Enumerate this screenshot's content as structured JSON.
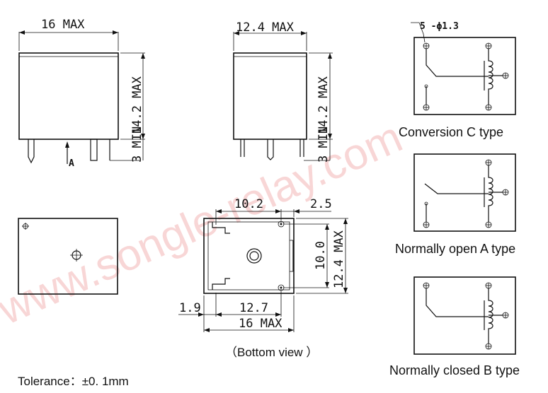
{
  "watermark": "www.songle-relay.com",
  "side_view": {
    "width_label": "16 MAX",
    "height_label": "14.2 MAX",
    "pin_label": "3 MIN",
    "arrow_label": "A"
  },
  "end_view": {
    "width_label": "12.4 MAX",
    "height_label": "14.2 MAX",
    "pin_label": "3 MIN"
  },
  "bottom_view": {
    "dim_top_left": "10.2",
    "dim_top_right": "2.5",
    "dim_right_inner": "10.0",
    "dim_right_outer": "12.4 MAX",
    "dim_bottom_left": "1.9",
    "dim_bottom_mid": "12.7",
    "dim_bottom_overall": "16 MAX",
    "caption": "（Bottom view ）"
  },
  "schematics": {
    "pin_note": "5 -ϕ1.3",
    "conversion_label": "Conversion C type",
    "normally_open_label": "Normally open A type",
    "normally_closed_label": "Normally closed B type"
  },
  "tolerance": "Tolerance：±0. 1mm"
}
